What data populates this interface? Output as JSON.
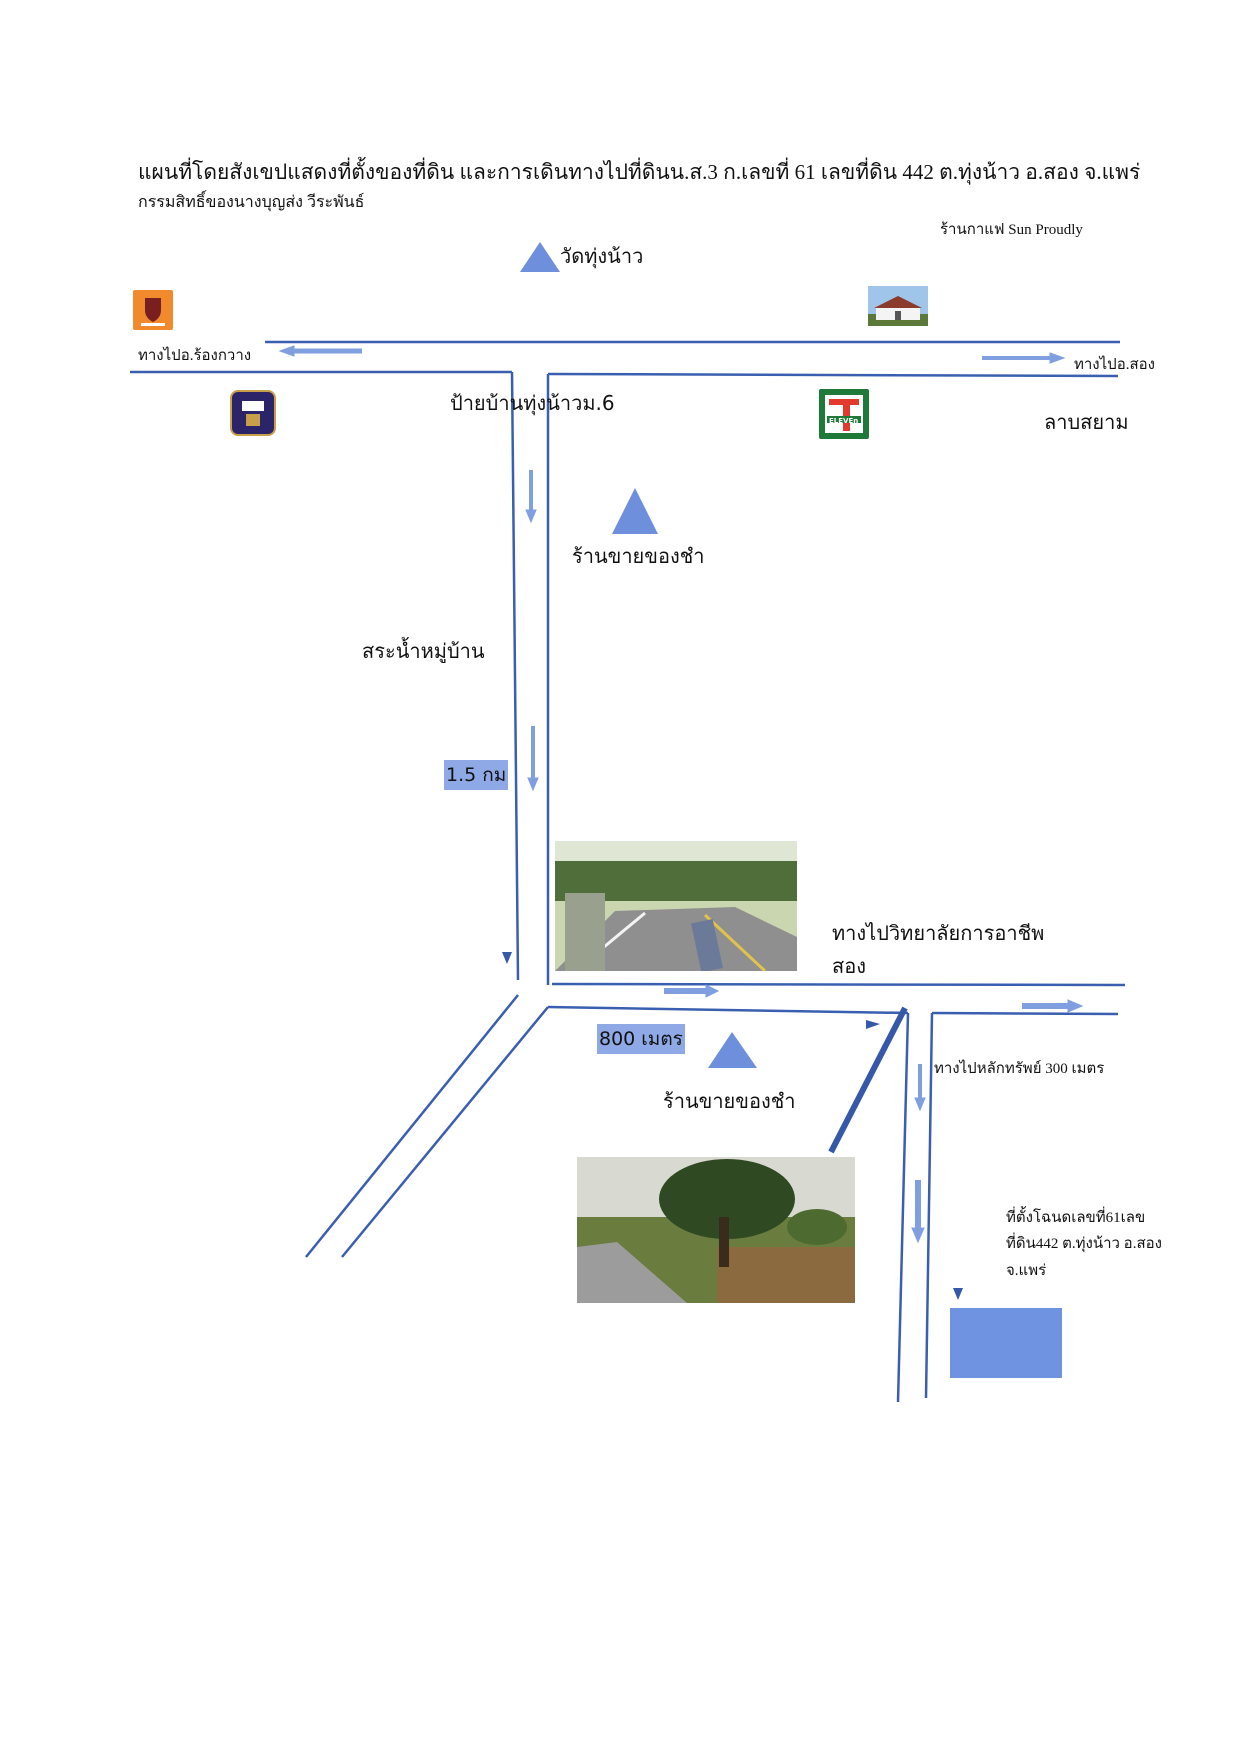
{
  "title": "แผนที่โดยสังเขปแสดงที่ตั้งของที่ดิน และการเดินทางไปที่ดินน.ส.3 ก.เลขที่ 61 เลขที่ดิน 442  ต.ทุ่งน้าว อ.สอง จ.แพร่",
  "subtitle": "กรรมสิทธิ์ของนางบุญส่ง วีระพันธ์",
  "labels": {
    "cafe": "ร้านกาแฟ Sun Proudly",
    "temple": "วัดทุ่งน้าว",
    "to_rong_kwang": "ทางไปอ.ร้องกวาง",
    "to_song": "ทางไปอ.สอง",
    "village_sign": "ป้ายบ้านทุ่งน้าวม.6",
    "lab_siam": "ลาบสยาม",
    "shop1": "ร้านขายของชำ",
    "village_pond": "สระน้ำหมู่บ้าน",
    "distance_1": "1.5 กม",
    "college_line1": "ทางไปวิทยาลัยการอาชีพ",
    "college_line2": "สอง",
    "distance_2": "800 เมตร",
    "shop2": "ร้านขายของชำ",
    "to_landmark": "ทางไปหลักทรัพย์ 300 เมตร",
    "plot_line1": "ที่ตั้งโฉนดเลขที่61เลข",
    "plot_line2": "ที่ดิน442 ต.ทุ่งน้าว อ.สอง",
    "plot_line3": "จ.แพร่"
  },
  "logos": {
    "seven_eleven": "ELEVEn"
  },
  "colors": {
    "road": "#3a5fb0",
    "arrow": "#7f9fe0",
    "marker": "#6d8fdc",
    "plot": "#6f93e0"
  }
}
